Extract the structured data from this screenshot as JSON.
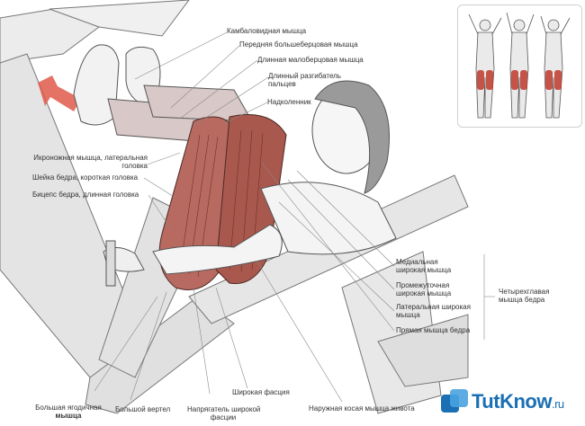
{
  "labels": {
    "soleus": "Камбаловидная мышца",
    "tibialis_anterior": "Передняя большеберцовая мышца",
    "peroneus_longus": "Длинная малоберцовая мышца",
    "extensor_digitorum_1": "Длинный разгибатель",
    "extensor_digitorum_2": "пальцев",
    "patella": "Надколенник",
    "gastrocnemius_1": "Икроножная мышца, латеральная",
    "gastrocnemius_2": "головка",
    "biceps_short": "Шейка бедра, короткая головка",
    "biceps_long": "Бицепс бедра, длинная головка",
    "vastus_medialis_1": "Медиальная",
    "vastus_medialis_2": "широкая мышца",
    "vastus_intermedius_1": "Промежуточная",
    "vastus_intermedius_2": "широкая мышца",
    "vastus_lateralis_1": "Латеральная широкая",
    "vastus_lateralis_2": "мышца",
    "rectus_femoris": "Прямая мышца бедра",
    "quadriceps_1": "Четырехглавая",
    "quadriceps_2": "мышца бедра",
    "gluteus_max_1": "Большая ягодичная",
    "gluteus_max_2": "мышца",
    "greater_trochanter": "Большой вертел",
    "tfl_1": "Напрягатель широкой",
    "tfl_2": "фасции",
    "fascia_lata": "Широкая фасция",
    "external_oblique": "Наружная косая мышца живота"
  },
  "logo": {
    "name": "TutKnow",
    "suffix": ".ru"
  },
  "colors": {
    "muscle_highlight": "#c0392b",
    "arrow": "#e05a4a",
    "logo_blue": "#1b6fb4"
  }
}
